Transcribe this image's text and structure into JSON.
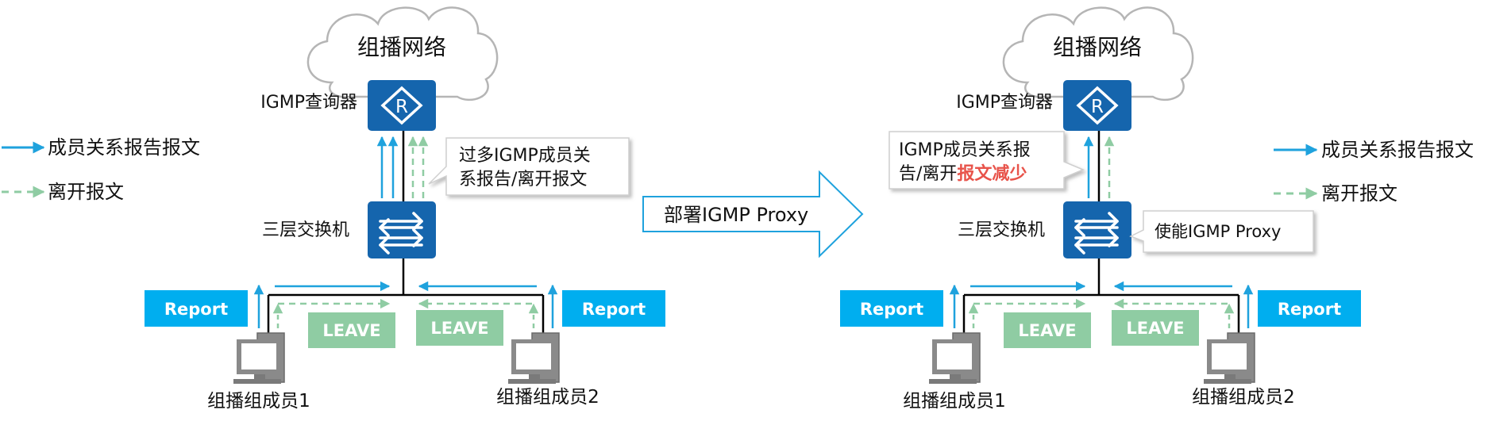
{
  "colors": {
    "router": "#1565ad",
    "report": "#00aeef",
    "leave": "#8fcca3",
    "solid_arrow": "#1fa2dd",
    "dashed_arrow": "#8fcca3",
    "highlight": "#e8534a"
  },
  "legend": {
    "solid": "成员关系报告报文",
    "dashed": "离开报文"
  },
  "left": {
    "cloud": "组播网络",
    "querier": "IGMP查询器",
    "switch": "三层交换机",
    "callout": [
      "过多IGMP成员关",
      "系报告/离开报文"
    ],
    "report_left": "Report",
    "report_right": "Report",
    "leave_left": "LEAVE",
    "leave_right": "LEAVE",
    "host1": "组播组成员1",
    "host2": "组播组成员2"
  },
  "middle_arrow": "部署IGMP Proxy",
  "right": {
    "cloud": "组播网络",
    "querier": "IGMP查询器",
    "switch": "三层交换机",
    "callout_top": [
      "IGMP成员关系报",
      "告/离开",
      "报文减少"
    ],
    "callout_switch": "使能IGMP Proxy",
    "report_left": "Report",
    "report_right": "Report",
    "leave_left": "LEAVE",
    "leave_right": "LEAVE",
    "host1": "组播组成员1",
    "host2": "组播组成员2"
  }
}
